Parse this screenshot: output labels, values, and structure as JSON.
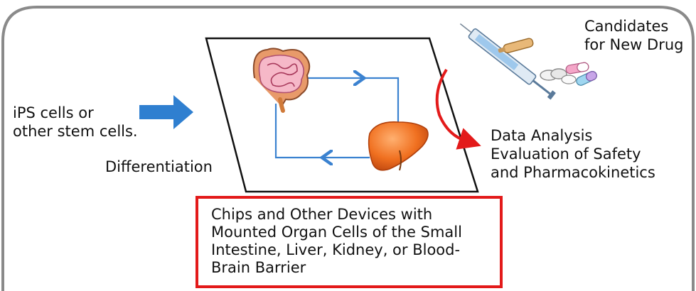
{
  "candidates": {
    "line1": "Candidates",
    "line2": "for New Drug"
  },
  "stem_cells": {
    "line1": "iPS cells or",
    "line2": "other stem cells."
  },
  "differentiation": "Differentiation",
  "analysis": {
    "line1": "Data Analysis",
    "line2": "Evaluation of Safety",
    "line3": "and Pharmacokinetics"
  },
  "device": {
    "line1": "Chips and Other Devices with",
    "line2": "Mounted Organ Cells of the Small",
    "line3": "Intestine, Liver, Kidney, or Blood-",
    "line4": "Brain Barrier"
  },
  "colors": {
    "highlight_border": "#e31a1a",
    "input_arrow": "#2f7fd0",
    "cycle_arrows": "#3b82d0",
    "analysis_arrow": "#e31a1a",
    "frame_border": "#8a8a8a"
  },
  "icons": [
    "intestine-icon",
    "liver-icon",
    "syringe-icon",
    "pills-icon"
  ]
}
